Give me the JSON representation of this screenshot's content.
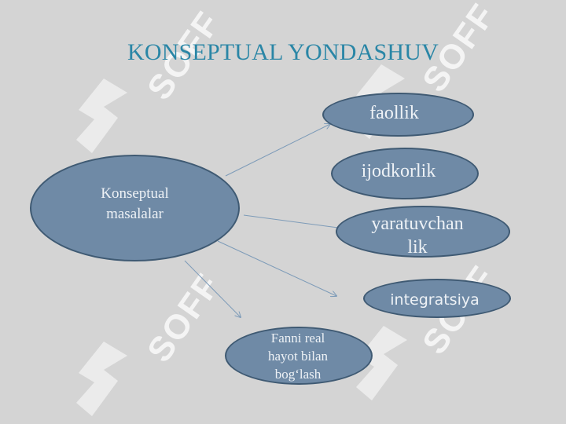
{
  "title": "KONSEPTUAL YONDASHUV",
  "watermark": {
    "text": "SOFF",
    "icon": "soff-logo-icon"
  },
  "center_node": {
    "label": "Konseptual\nmasalalar"
  },
  "nodes": [
    {
      "id": "faollik",
      "label": "faollik"
    },
    {
      "id": "ijodkorlik",
      "label": "ijodkorlik"
    },
    {
      "id": "yaratuvchanlik",
      "label": "yaratuvchan\nlik"
    },
    {
      "id": "integratsiya",
      "label": "integratsiya"
    },
    {
      "id": "fanni",
      "label": "Fanni real\nhayot bilan\nbog‘lash"
    }
  ],
  "colors": {
    "background": "#d4d4d4",
    "title": "#2a86a6",
    "node_fill": "#6f8aa6",
    "node_border": "#3f5a73",
    "connector": "#7d9bb8",
    "watermark": "#ffffff"
  }
}
